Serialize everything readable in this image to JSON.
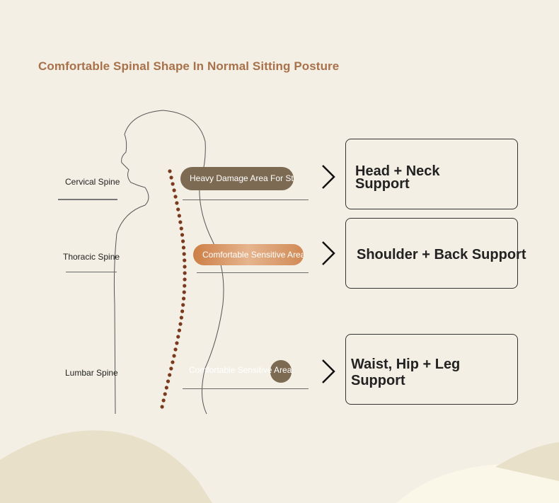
{
  "title": "Comfortable Spinal Shape In Normal Sitting Posture",
  "spine_labels": {
    "cervical": "Cervical Spine",
    "thoracic": "Thoracic Spine",
    "lumbar": "Lumbar Spine"
  },
  "areas": {
    "top": "Heavy Damage Area For Strain",
    "middle": "Comfortable Sensitive Area",
    "bottom": "Comfortable Sensitive Area"
  },
  "supports": {
    "head_neck": "Head + Neck Support",
    "shoulder_back": "Shoulder + Back Support",
    "waist_hip_leg": "Waist, Hip + Leg Support"
  },
  "colors": {
    "title": "#a9714a",
    "dark_pill": "#7d6a52",
    "orange_pill": "#d08a55",
    "spine_dots": "#7b3a1e"
  }
}
